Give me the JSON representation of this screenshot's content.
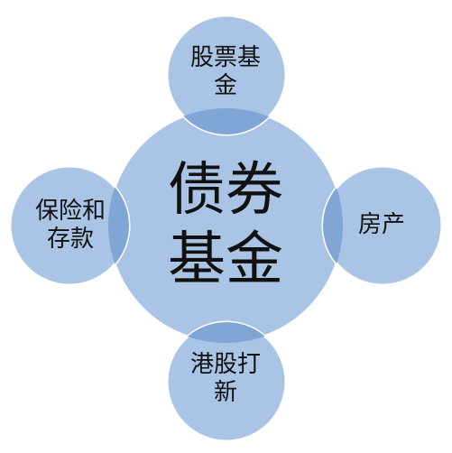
{
  "diagram": {
    "center": {
      "label": "债券基金"
    },
    "satellites": {
      "top": {
        "label": "股票基金"
      },
      "right": {
        "label": "房产"
      },
      "bottom": {
        "label": "港股打新"
      },
      "left": {
        "label": "保险和存款"
      }
    }
  },
  "colors": {
    "circle_fill": "#a9c4e4",
    "circle_stroke": "#ffffff",
    "overlap_fill": "#7fa6d4"
  }
}
